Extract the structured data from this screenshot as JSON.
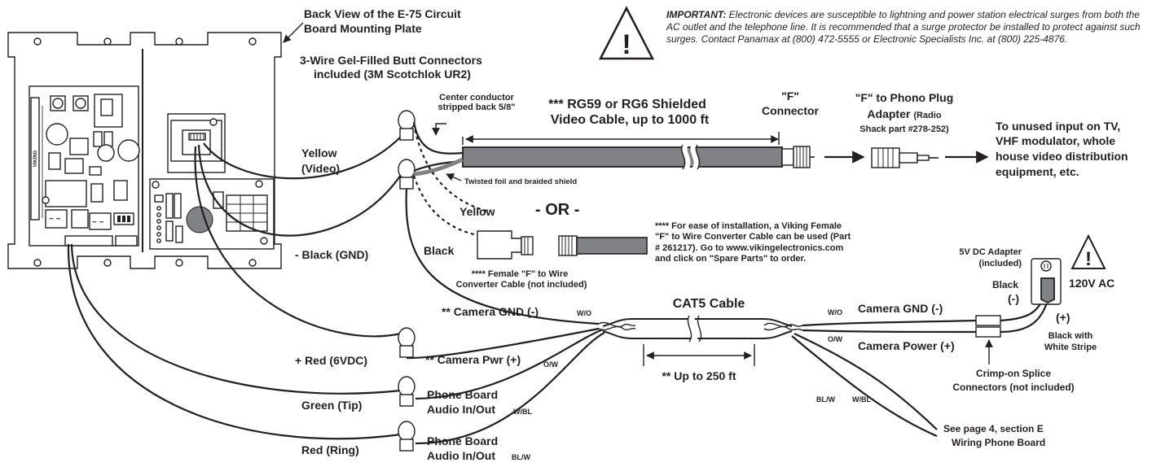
{
  "title_line1": "Back View of the E-75 Circuit",
  "title_line2": "Board Mounting Plate",
  "butt_connectors_line1": "3-Wire Gel-Filled Butt Connectors",
  "butt_connectors_line2": "included (3M Scotchlok UR2)",
  "important_label": "IMPORTANT:",
  "important_text": "Electronic devices are susceptible to lightning and power station electrical surges from both the AC outlet and the telephone line. It is recommended that a surge protector be installed to protect against such surges. Contact Panamax at (800) 472-5555 or Electronic Specialists Inc. at (800) 225-4876.",
  "center_conductor_line1": "Center conductor",
  "center_conductor_line2": "stripped back 5/8\"",
  "rg59_line1": "*** RG59 or RG6 Shielded",
  "rg59_line2": "Video Cable, up to 1000 ft",
  "f_connector_line1": "\"F\"",
  "f_connector_line2": "Connector",
  "phono_line1": "\"F\" to Phono Plug",
  "phono_line2": "Adapter",
  "phono_line2b": "(Radio",
  "phono_line3": "Shack part #278-252)",
  "tv_line1": "To unused input on TV,",
  "tv_line2": "VHF modulator, whole",
  "tv_line3": "house video distribution",
  "tv_line4": "equipment, etc.",
  "yellow_video_line1": "Yellow",
  "yellow_video_line2": "(Video)",
  "twisted_foil": "Twisted foil and braided shield",
  "yellow": "Yellow",
  "or": "- OR -",
  "black": "Black",
  "black_gnd": "- Black (GND)",
  "female_f_line1": "**** Female \"F\" to Wire",
  "female_f_line2": "Converter Cable (not included)",
  "viking_note_line1": "**** For ease of installation, a Viking Female",
  "viking_note_line2": "\"F\" to Wire Converter Cable can be used (Part",
  "viking_note_line3": "# 261217). Go to www.vikingelectronics.com",
  "viking_note_line4": "and click on \"Spare Parts\" to order.",
  "adapter_line1": "5V DC Adapter",
  "adapter_line2": "(included)",
  "ac_label": "120V AC",
  "black_minus_line1": "Black",
  "black_minus_line2": "(-)",
  "plus": "(+)",
  "stripe_line1": "Black with",
  "stripe_line2": "White Stripe",
  "camera_gnd_left": "** Camera GND (-)",
  "wo_left": "W/O",
  "cat5": "CAT5 Cable",
  "wo_right": "W/O",
  "camera_gnd_right": "Camera GND (-)",
  "ow_right": "O/W",
  "camera_power_right": "Camera Power (+)",
  "red_6vdc": "+ Red (6VDC)",
  "camera_pwr_left": "** Camera Pwr (+)",
  "ow_left": "O/W",
  "up_to_250": "** Up to 250 ft",
  "crimp_line1": "Crimp-on Splice",
  "crimp_line2": "Connectors (not included)",
  "blw": "BL/W",
  "wbl": "W/BL",
  "green_tip": "Green (Tip)",
  "phone_board_1_line1": "Phone Board",
  "phone_board_1_line2": "Audio In/Out",
  "wbl_left": "W/BL",
  "see_page_line1": "See page 4, section E",
  "see_page_line2": "Wiring Phone Board",
  "red_ring": "Red (Ring)",
  "phone_board_2_line1": "Phone Board",
  "phone_board_2_line2": "Audio In/Out",
  "blw_left": "BL/W",
  "board_brand": "VIKING"
}
